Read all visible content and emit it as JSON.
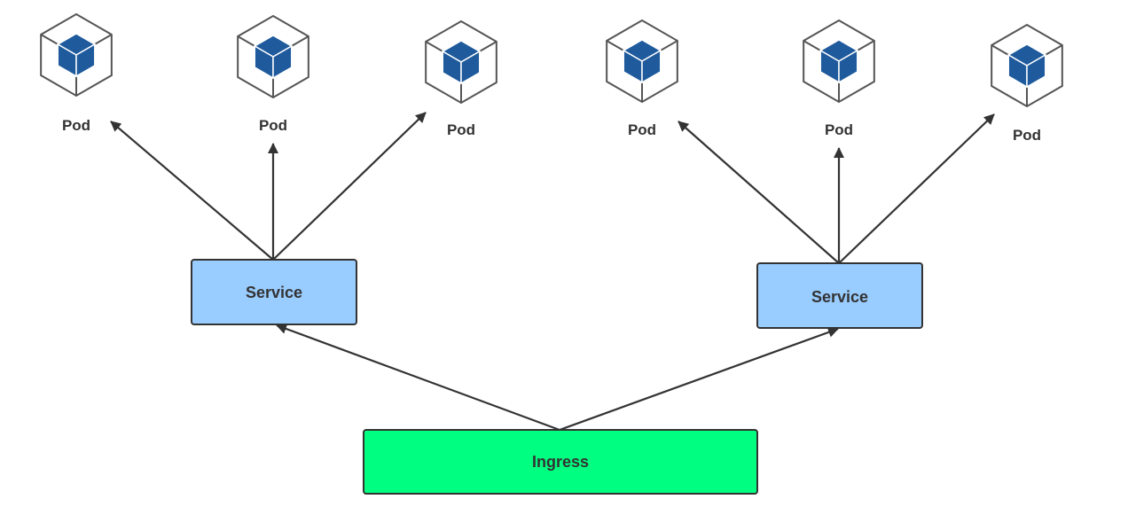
{
  "colors": {
    "service_fill": "#99CCFF",
    "ingress_fill": "#00FF80",
    "cube_blue": "#1E5A9C",
    "edge": "#333333",
    "outline": "#333333"
  },
  "ingress": {
    "label": "Ingress"
  },
  "services": [
    {
      "label": "Service"
    },
    {
      "label": "Service"
    }
  ],
  "pods": [
    {
      "label": "Pod",
      "icon": "kubernetes-pod-cube-icon"
    },
    {
      "label": "Pod",
      "icon": "kubernetes-pod-cube-icon"
    },
    {
      "label": "Pod",
      "icon": "kubernetes-pod-cube-icon"
    },
    {
      "label": "Pod",
      "icon": "kubernetes-pod-cube-icon"
    },
    {
      "label": "Pod",
      "icon": "kubernetes-pod-cube-icon"
    },
    {
      "label": "Pod",
      "icon": "kubernetes-pod-cube-icon"
    }
  ]
}
